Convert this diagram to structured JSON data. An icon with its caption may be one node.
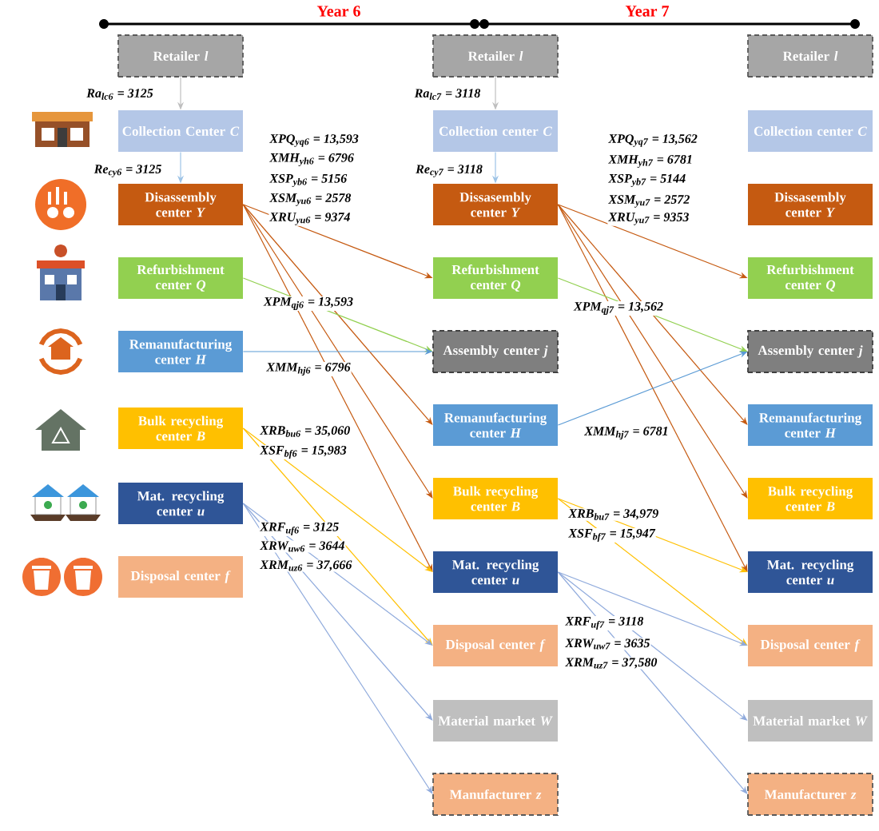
{
  "diagram": {
    "nodes": [
      {
        "text": [
          "Retailer *l*"
        ]
      },
      {
        "text": [
          "Collection Center *C*"
        ]
      },
      {
        "text": [
          "Disassembly center *Y*"
        ]
      },
      {
        "text": [
          "Refurbishment center *Q*"
        ]
      },
      {
        "text": [
          "Remanufacturing center *H*"
        ]
      },
      {
        "text": [
          "Bulk recycling center *B*"
        ]
      },
      {
        "text": [
          "Mat. recycling center *u*"
        ]
      },
      {
        "text": [
          "Disposal center *f*"
        ]
      },
      {
        "text": [
          "Retailer *l*"
        ]
      },
      {
        "text": [
          "Collection center *C*"
        ]
      },
      {
        "text": [
          "Dissasembly center *Y*"
        ]
      },
      {
        "text": [
          "Refurbishment center *Q*"
        ]
      },
      {
        "text": [
          "Assembly center *j*"
        ]
      },
      {
        "text": [
          "Remanufacturing center *H*"
        ]
      },
      {
        "text": [
          "Bulk recycling center *B*"
        ]
      },
      {
        "text": [
          "Mat. recycling center *u*"
        ]
      },
      {
        "text": [
          "Disposal center *f*"
        ]
      },
      {
        "text": [
          "Material market *W*"
        ]
      },
      {
        "text": [
          "Manufacturer *z*"
        ]
      },
      {
        "text": [
          "Retailer *l*"
        ]
      },
      {
        "text": [
          "Collection center *C*"
        ]
      },
      {
        "text": [
          "Dissasembly center *Y*"
        ]
      },
      {
        "text": [
          "Refurbishment center *Q*"
        ]
      },
      {
        "text": [
          "Assembly center *j*"
        ]
      },
      {
        "text": [
          "Remanufacturing center *H*"
        ]
      },
      {
        "text": [
          "Bulk recycling center *B*"
        ]
      },
      {
        "text": [
          "Mat. recycling center *u*"
        ]
      },
      {
        "text": [
          "Disposal center *f*"
        ]
      },
      {
        "text": [
          "Material market *W*"
        ]
      },
      {
        "text": [
          "Manufacturer *z*"
        ]
      }
    ],
    "edges": [
      {
        "from": 0,
        "to": 1,
        "arrow": "to",
        "color": "#bfbfbf",
        "label": "Ra$_{lc6}$ = 3125"
      },
      {
        "from": 1,
        "to": 2,
        "arrow": "to",
        "color": "#9dc3e6",
        "label": "Re$_{cy6}$ = 3125"
      },
      {
        "from": 2,
        "to": 11,
        "arrow": "to",
        "color": "#c55a11"
      },
      {
        "from": 2,
        "to": 13,
        "arrow": "to",
        "color": "#c55a11"
      },
      {
        "from": 2,
        "to": 14,
        "arrow": "to",
        "color": "#c55a11"
      },
      {
        "from": 2,
        "to": 15,
        "arrow": "to",
        "color": "#c55a11"
      },
      {
        "from": 3,
        "to": 12,
        "arrow": "to",
        "color": "#92d050",
        "label": "XPM$_{qj6}$ = 13,593"
      },
      {
        "from": 4,
        "to": 12,
        "arrow": "to",
        "color": "#5b9bd5",
        "label": "XMM$_{hj6}$ = 6796"
      },
      {
        "from": 5,
        "to": 15,
        "arrow": "to",
        "color": "#ffc000"
      },
      {
        "from": 5,
        "to": 16,
        "arrow": "to",
        "color": "#ffc000"
      },
      {
        "from": 6,
        "to": 16,
        "arrow": "to",
        "color": "#8faadc"
      },
      {
        "from": 6,
        "to": 17,
        "arrow": "to",
        "color": "#8faadc"
      },
      {
        "from": 6,
        "to": 18,
        "arrow": "to",
        "color": "#8faadc"
      },
      {
        "from": 8,
        "to": 9,
        "arrow": "to",
        "color": "#bfbfbf",
        "label": "Ra$_{lc7}$ = 3118"
      },
      {
        "from": 9,
        "to": 10,
        "arrow": "to",
        "color": "#9dc3e6",
        "label": "Re$_{cy7}$ = 3118"
      },
      {
        "from": 10,
        "to": 22,
        "arrow": "to",
        "color": "#c55a11"
      },
      {
        "from": 10,
        "to": 24,
        "arrow": "to",
        "color": "#c55a11"
      },
      {
        "from": 10,
        "to": 25,
        "arrow": "to",
        "color": "#c55a11"
      },
      {
        "from": 10,
        "to": 26,
        "arrow": "to",
        "color": "#c55a11"
      },
      {
        "from": 11,
        "to": 23,
        "arrow": "to",
        "color": "#92d050",
        "label": "XPM$_{qj7}$ = 13,562"
      },
      {
        "from": 13,
        "to": 23,
        "arrow": "to",
        "color": "#5b9bd5",
        "label": "XMM$_{hj7}$ = 6781"
      },
      {
        "from": 14,
        "to": 26,
        "arrow": "to",
        "color": "#ffc000"
      },
      {
        "from": 14,
        "to": 27,
        "arrow": "to",
        "color": "#ffc000"
      },
      {
        "from": 15,
        "to": 27,
        "arrow": "to",
        "color": "#8faadc"
      },
      {
        "from": 15,
        "to": 28,
        "arrow": "to",
        "color": "#8faadc"
      },
      {
        "from": 15,
        "to": 29,
        "arrow": "to",
        "color": "#8faadc"
      }
    ],
    "labels": [
      "Year 6",
      "Year 7",
      "XPQ$_{yq6}$ = 13,593",
      "XMH$_{yh6}$ = 6796",
      "XSP$_{yb6}$ = 5156",
      "XSM$_{yu6}$ = 2578",
      "XRU$_{yu6}$ = 9374",
      "XRB$_{bu6}$ = 35,060",
      "XSF$_{bf6}$ = 15,983",
      "XRF$_{uf6}$ = 3125",
      "XRW$_{uw6}$ = 3644",
      "XRM$_{uz6}$ = 37,666",
      "XPQ$_{yq7}$ = 13,562",
      "XMH$_{yh7}$ = 6781",
      "XSP$_{yb7}$ = 5144",
      "XSM$_{yu7}$ = 2572",
      "XRU$_{yu7}$ = 9353",
      "XRB$_{bu7}$ = 34,979",
      "XSF$_{bf7}$ = 15,947",
      "XRF$_{uf7}$ = 3118",
      "XRW$_{uw7}$ = 3635",
      "XRM$_{uz7}$ = 37,580"
    ]
  }
}
